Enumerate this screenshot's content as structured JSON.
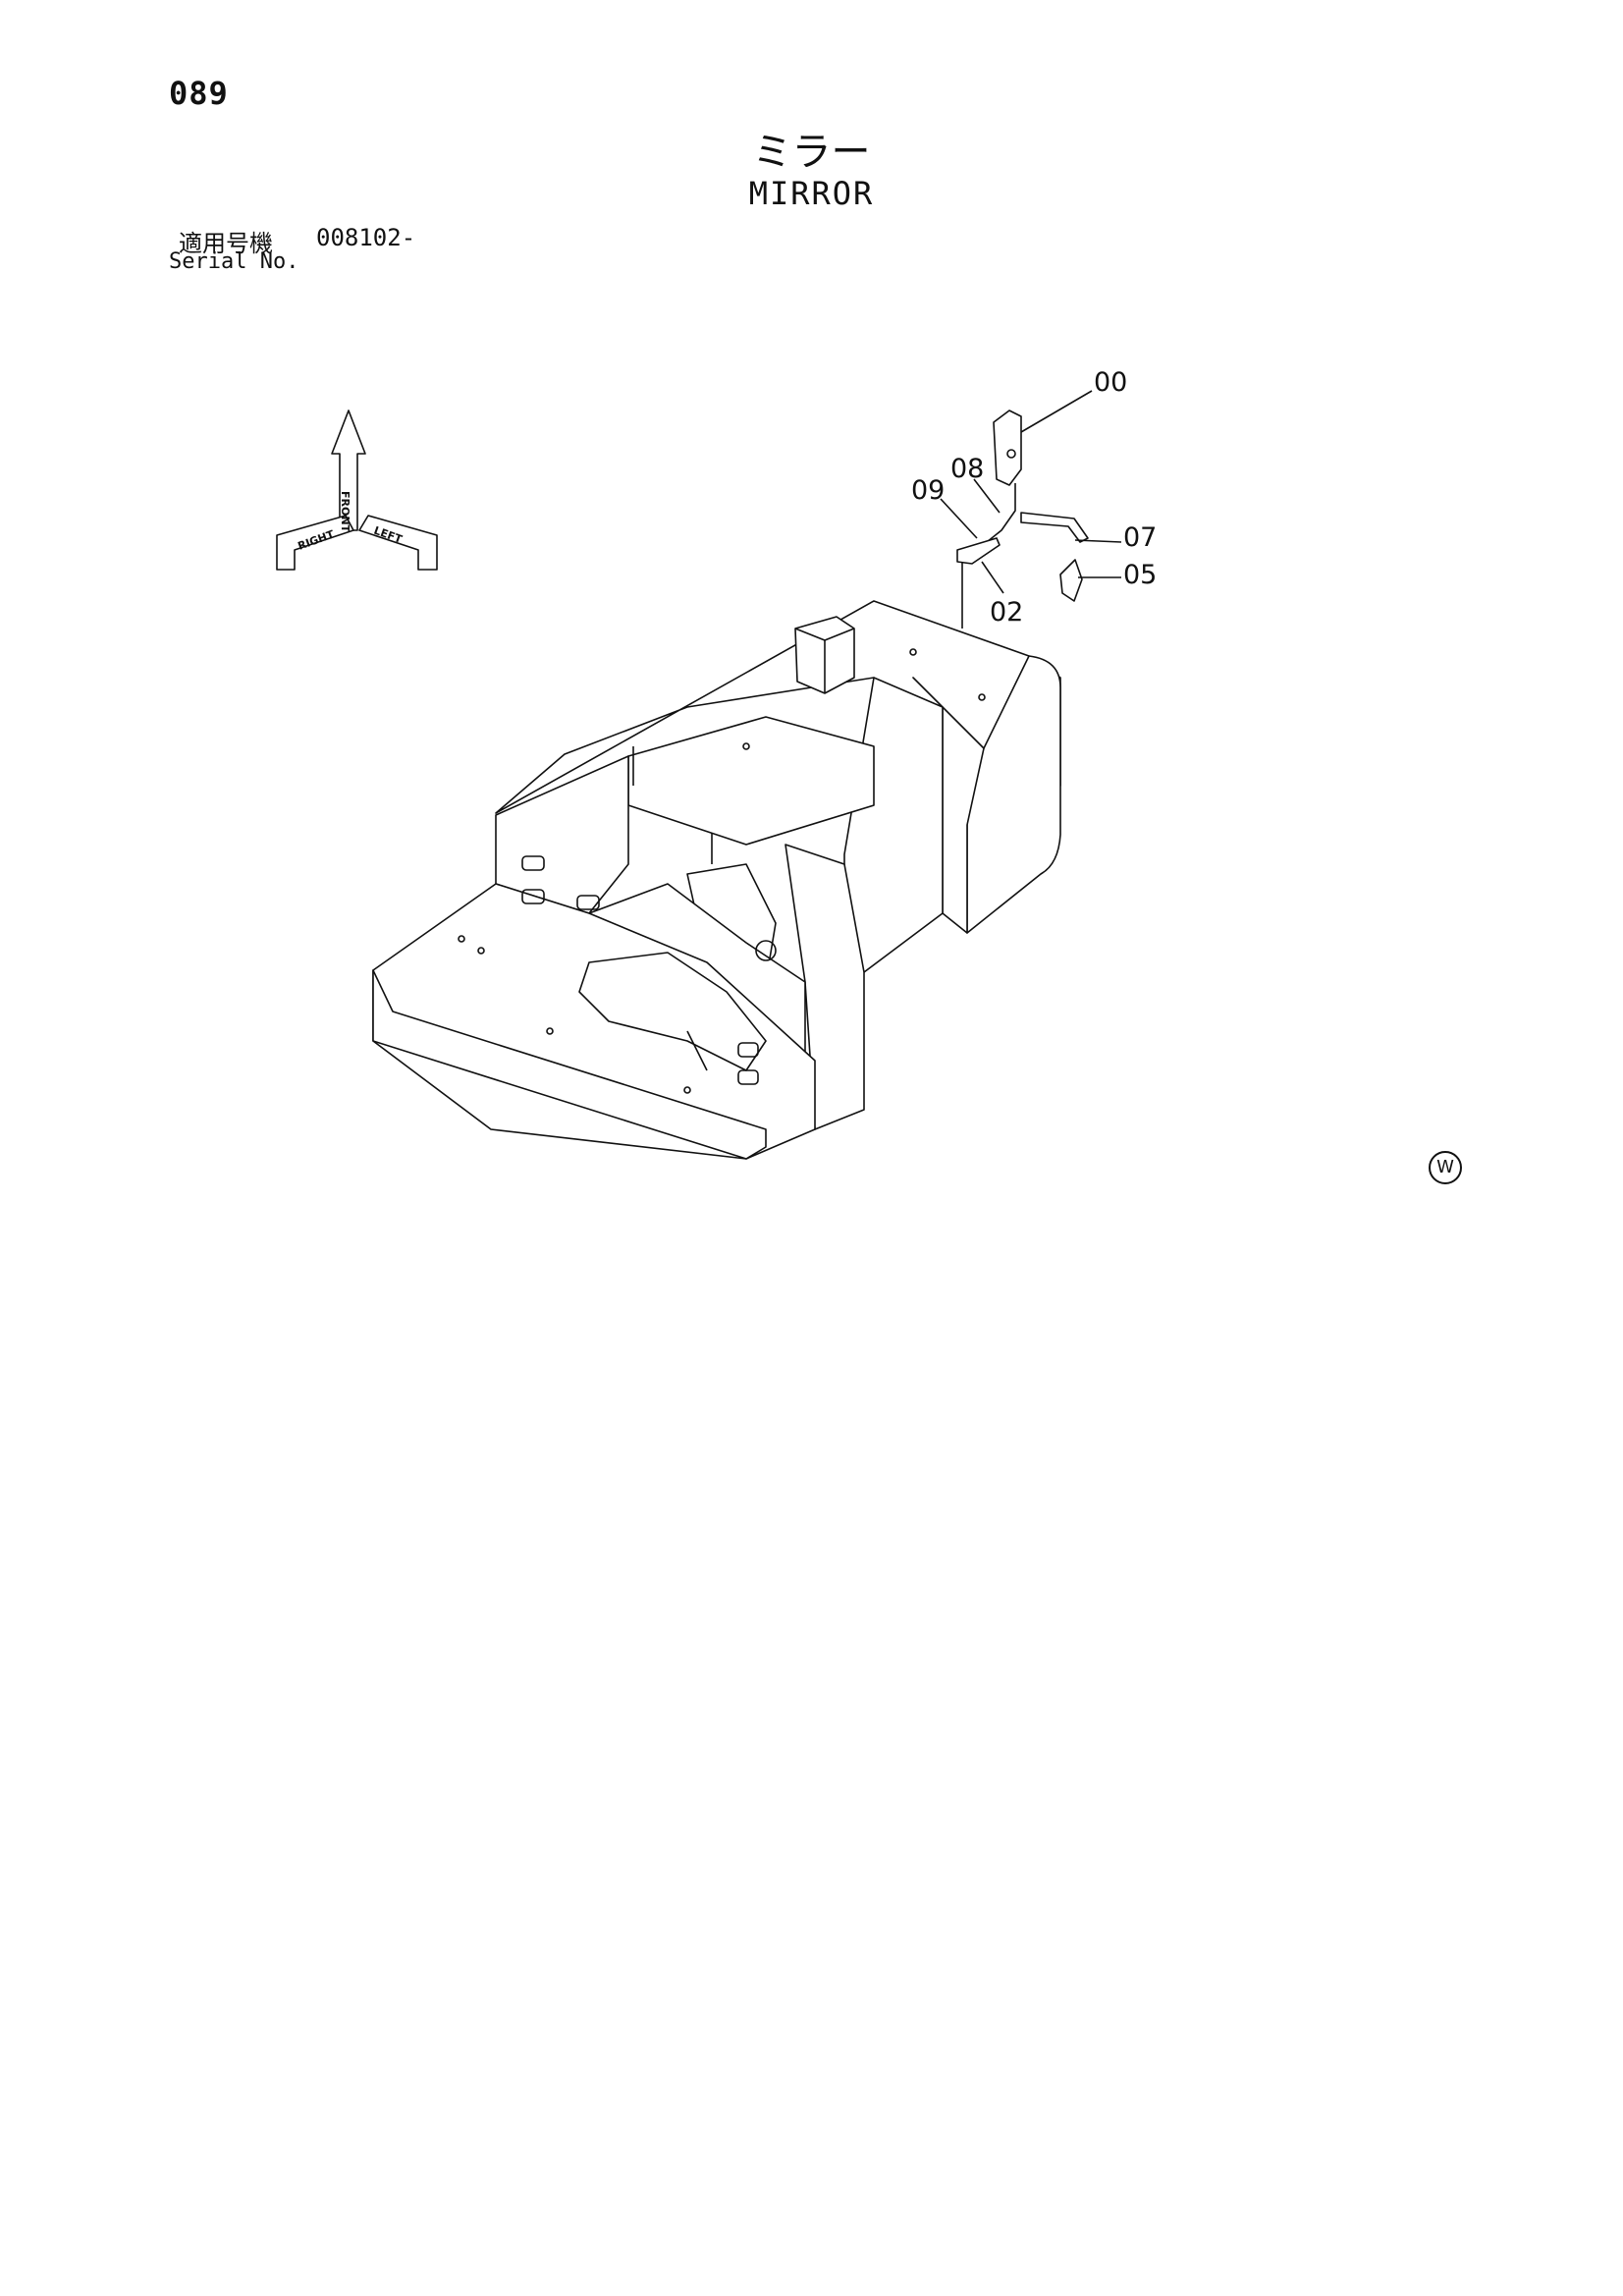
{
  "page_number": "089",
  "title_jp": "ミラー",
  "title_en": "MIRROR",
  "serial": {
    "label_jp": "適用号機",
    "value": "008102-",
    "label_en": "Serial No."
  },
  "orientation": {
    "front": "FRONT",
    "right": "RIGHT",
    "left": "LEFT"
  },
  "callouts": [
    {
      "id": "00",
      "label": "00"
    },
    {
      "id": "08",
      "label": "08"
    },
    {
      "id": "09",
      "label": "09"
    },
    {
      "id": "07",
      "label": "07"
    },
    {
      "id": "05",
      "label": "05"
    },
    {
      "id": "02",
      "label": "02"
    }
  ],
  "stamp": "W"
}
